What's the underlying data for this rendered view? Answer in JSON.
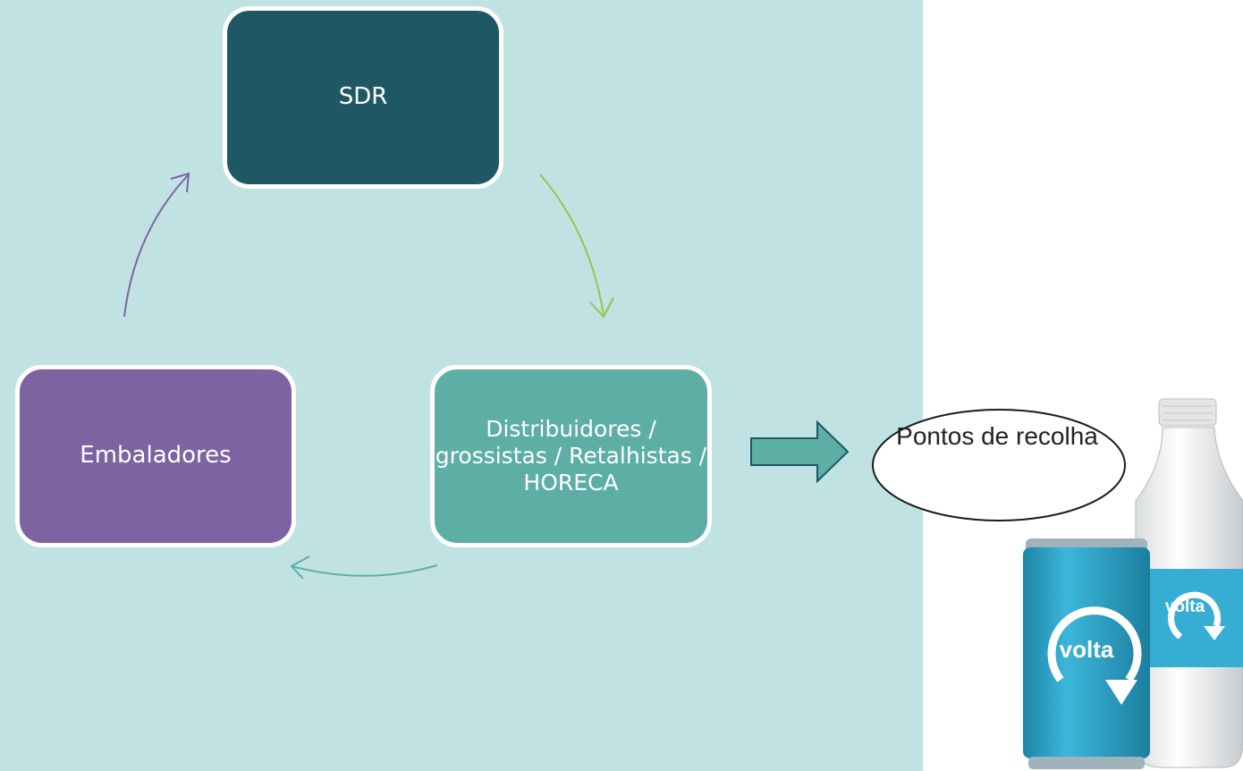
{
  "nodes": {
    "sdr": "SDR",
    "distribuidores": "Distribuidores / grossistas / Retalhistas / HORECA",
    "embaladores": "Embaladores"
  },
  "collection": {
    "label": "Pontos de recolha"
  },
  "brand": {
    "logo_text": "volta"
  },
  "colors": {
    "background": "#c1e2e2",
    "sdr": "#1f5865",
    "distribuidores": "#5dafa6",
    "embaladores": "#7e63a2",
    "arrow_green": "#9bc24c",
    "arrow_purple": "#7e63a2",
    "arrow_teal": "#5dafa6",
    "can": "#2aa3c9"
  }
}
